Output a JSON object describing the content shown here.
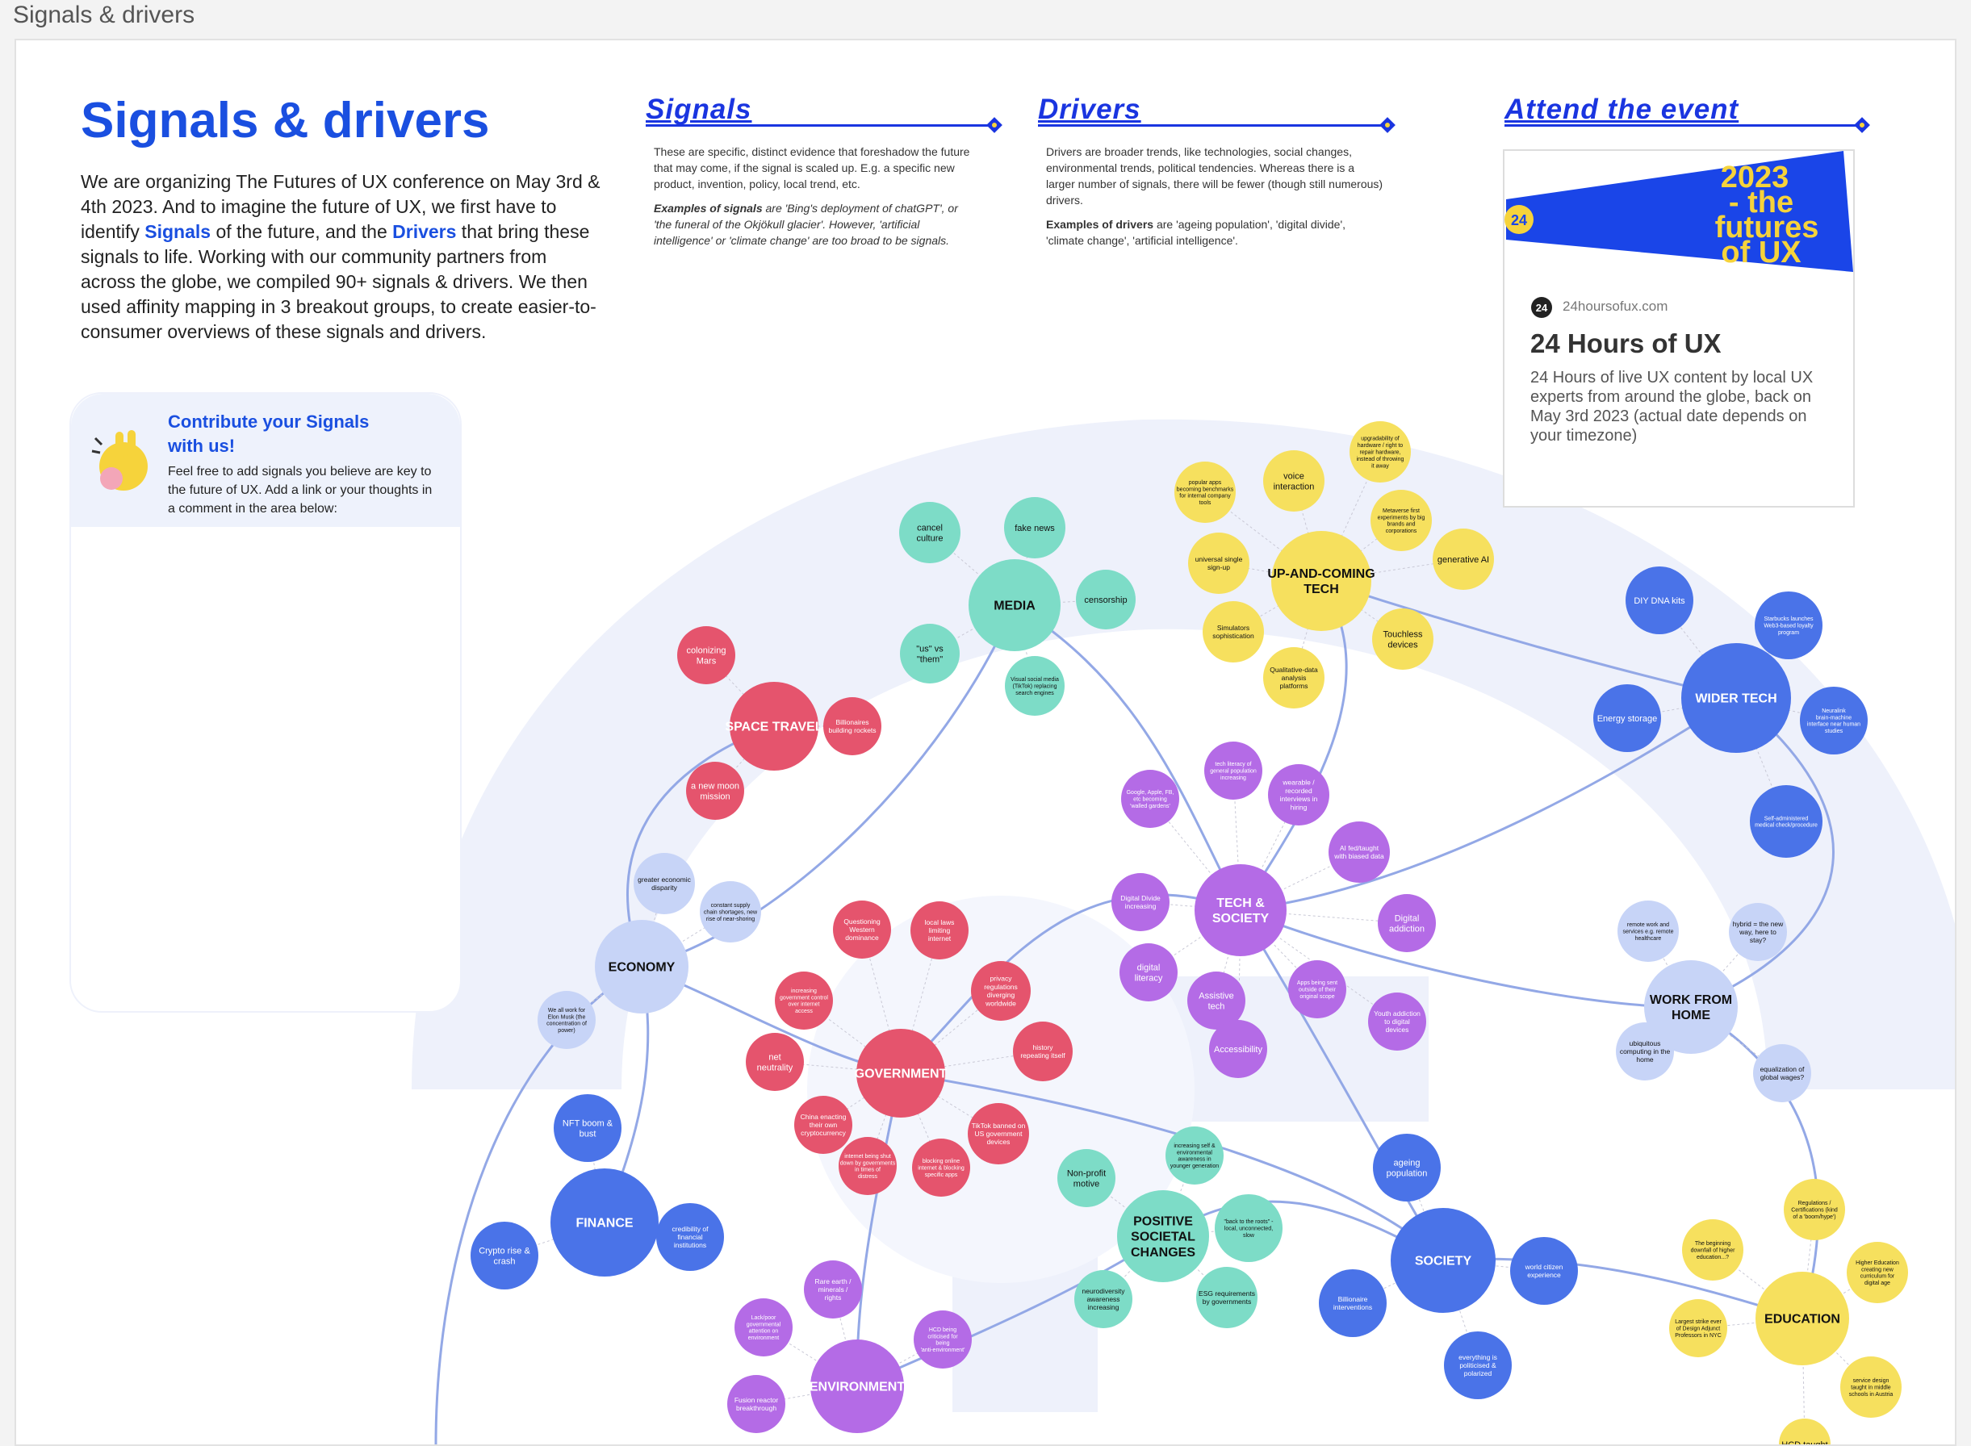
{
  "frame_title": "Signals & drivers",
  "main_title": "Signals & drivers",
  "intro": {
    "p1": "We are organizing The Futures of UX conference on May 3rd & 4th 2023. And to imagine the future of UX, we first have to identify ",
    "signals_word": "Signals",
    "p2": " of the future, and the ",
    "drivers_word": "Drivers",
    "p3": " that bring these signals to life. Working with our community partners from across the globe, we compiled 90+ signals & drivers. We then used affinity mapping in 3 breakout groups, to create easier-to-consumer overviews of these signals and drivers."
  },
  "signals_section": {
    "heading": "Signals",
    "p1": "These are specific, distinct evidence that foreshadow the future that may come, if the signal is scaled up. E.g. a specific new product, invention, policy, local trend, etc.",
    "p2_label": "Examples of signals",
    "p2": " are 'Bing's deployment of chatGPT', or 'the funeral of the Okjökull glacier'. However, 'artificial intelligence' or 'climate change' are too broad to be signals."
  },
  "drivers_section": {
    "heading": "Drivers",
    "p1": "Drivers are broader trends, like technologies, social changes, environmental trends, political tendencies. Whereas there is a larger number of signals, there will be fewer (though still numerous) drivers.",
    "p2_label": "Examples of drivers",
    "p2": " are 'ageing population', 'digital divide', 'climate change', 'artificial intelligence'."
  },
  "event_section": {
    "heading": "Attend the event",
    "banner_badge": "24",
    "banner_text": [
      "2023",
      "- the",
      "futures",
      "of UX"
    ],
    "domain": "24hoursofux.com",
    "title": "24 Hours of UX",
    "description": "24 Hours of live UX content by local UX experts from around the globe, back on May 3rd 2023 (actual date depends on your timezone)"
  },
  "contribute": {
    "title": "Contribute your Signals with us!",
    "body": "Feel free to add signals you believe are key to the future of UX. Add a link or your thoughts in a comment in the area below:"
  },
  "colors": {
    "accent_blue": "#1a4fe0",
    "media": "#7ddcc7",
    "tech": "#f6e05e",
    "wider_tech": "#4a73e8",
    "tech_society": "#b46be6",
    "government": "#e5546d",
    "economy": "#c7d4f7",
    "positive": "#7ddcc7",
    "education": "#f6e05e"
  },
  "clusters": [
    {
      "id": "media",
      "label": "MEDIA",
      "signals": [
        "cancel culture",
        "fake news",
        "censorship",
        "\"us\" vs \"them\"",
        "Visual social media (TikTok) replacing search engines"
      ]
    },
    {
      "id": "uptech",
      "label": "UP-AND-COMING TECH",
      "signals": [
        "popular apps becoming benchmarks for internal company tools",
        "voice interaction",
        "upgradability of hardware / right to repair hardware, instead of throwing it away",
        "Metaverse first experiments by big brands and corporations",
        "generative AI",
        "universal single sign-up",
        "Simulators sophistication",
        "Qualitative-data analysis platforms",
        "Touchless devices"
      ]
    },
    {
      "id": "widertech",
      "label": "WIDER TECH",
      "signals": [
        "DIY DNA kits",
        "Starbucks launches Web3-based loyalty program",
        "Energy storage",
        "Neuralink brain-machine interface near human studies",
        "Self-administered medical check/procedure"
      ]
    },
    {
      "id": "space",
      "label": "SPACE TRAVEL",
      "signals": [
        "colonizing Mars",
        "Billionaires building rockets",
        "a new moon mission"
      ]
    },
    {
      "id": "economy",
      "label": "ECONOMY",
      "signals": [
        "greater economic disparity",
        "constant supply chain shortages, new rise of near-shoring",
        "We all work for Elon Musk (the concentration of power)"
      ]
    },
    {
      "id": "techsoc",
      "label": "TECH & SOCIETY",
      "signals": [
        "Google, Apple, FB, etc becoming 'walled gardens'",
        "tech literacy of general population increasing",
        "wearable / recorded interviews in hiring",
        "AI fed/taught with biased data",
        "Digital Divide increasing",
        "Digital addiction",
        "digital literacy",
        "Assistive tech",
        "Apps being sent outside of their original scope",
        "Youth addiction to digital devices",
        "Accessibility"
      ]
    },
    {
      "id": "wfh",
      "label": "WORK FROM HOME",
      "signals": [
        "remote work and services e.g. remote healthcare",
        "hybrid = the new way, here to stay?",
        "ubiquitous computing in the home",
        "equalization of global wages?"
      ]
    },
    {
      "id": "gov",
      "label": "GOVERNMENT",
      "signals": [
        "Questioning Western dominance",
        "local laws limiting internet",
        "increasing government control over internet access",
        "privacy regulations diverging worldwide",
        "net neutrality",
        "history repeating itself",
        "China enacting their own cryptocurrency",
        "internet being shut down by governments in times of distress",
        "blocking online internet & blocking specific apps",
        "TikTok banned on US government devices"
      ]
    },
    {
      "id": "finance",
      "label": "FINANCE",
      "signals": [
        "NFT boom & bust",
        "Crypto rise & crash",
        "credibility of financial institutions"
      ]
    },
    {
      "id": "positive",
      "label": "POSITIVE SOCIETAL CHANGES",
      "signals": [
        "Non-profit motive",
        "increasing self & environmental awareness in younger generation",
        "\"back to the roots\" - local, unconnected, slow",
        "neurodiversity awareness increasing",
        "ESG requirements by governments"
      ]
    },
    {
      "id": "society",
      "label": "SOCIETY",
      "signals": [
        "ageing population",
        "world citizen experience",
        "Billionaire interventions",
        "everything is politicised & polarized"
      ]
    },
    {
      "id": "education",
      "label": "EDUCATION",
      "signals": [
        "The beginning downfall of higher education...?",
        "Regulations / Certifications (kind of a 'boom/hype')",
        "Higher Education creating new curriculum for digital age",
        "Largest strike ever of Design Adjunct Professors in NYC",
        "service design taught in middle schools in Austria",
        "HCD taught"
      ]
    },
    {
      "id": "env",
      "label": "ENVIRONMENT",
      "signals": [
        "Rare earth / minerals / rights",
        "Lack/poor governmental attention on environment",
        "HCD being criticised for being 'anti-environment'",
        "Fusion reactor breakthrough"
      ]
    }
  ]
}
